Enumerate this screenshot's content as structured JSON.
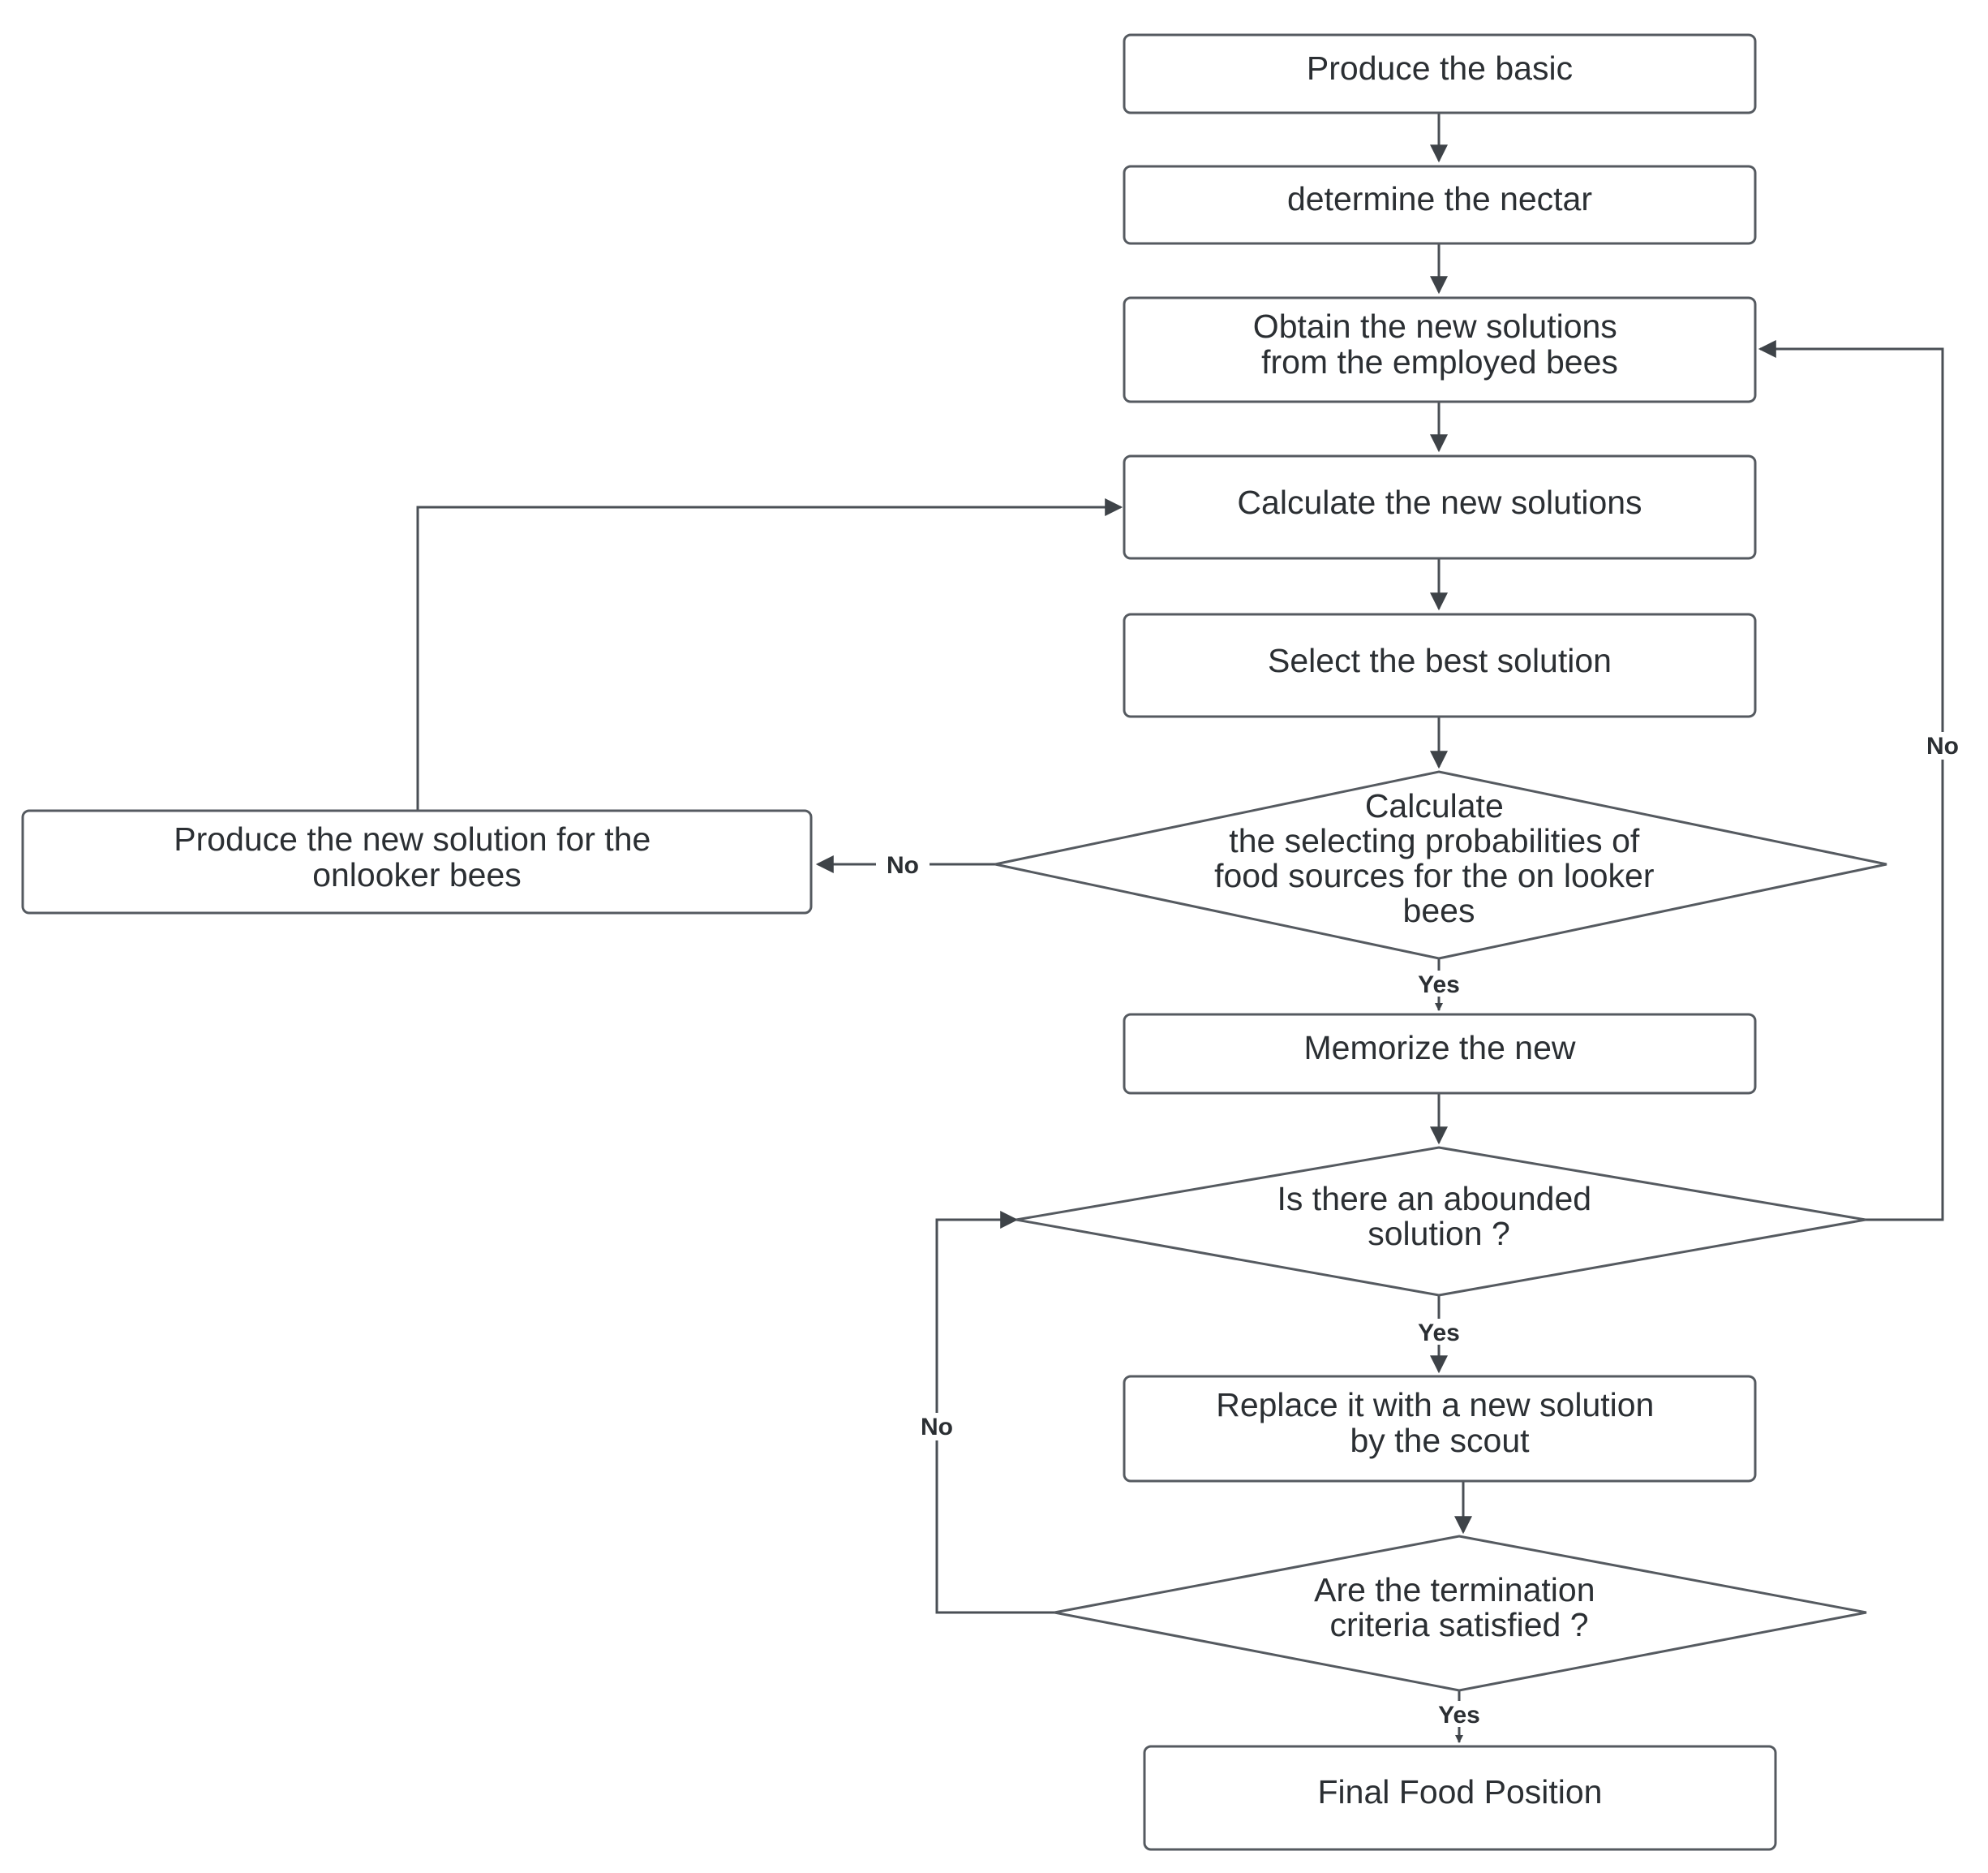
{
  "colors": {
    "stroke": "#555a60",
    "text": "#2b2f33",
    "background": "#ffffff"
  },
  "nodes": {
    "produce_basic": {
      "lines": [
        "Produce the basic"
      ]
    },
    "determine_nectar": {
      "lines": [
        "determine the nectar"
      ]
    },
    "obtain_solutions": {
      "lines": [
        "Obtain  the new solutions",
        "from the employed bees"
      ]
    },
    "calculate_solutions": {
      "lines": [
        "Calculate the new solutions"
      ]
    },
    "select_best": {
      "lines": [
        "Select the best solution"
      ]
    },
    "calc_probabilities": {
      "lines": [
        "Calculate",
        "the selecting probabilities of",
        "food sources for the on looker",
        "bees"
      ]
    },
    "produce_onlooker": {
      "lines": [
        "Produce the new solution for the",
        "onlooker bees"
      ]
    },
    "memorize": {
      "lines": [
        "Memorize the new"
      ]
    },
    "abandoned_check": {
      "lines": [
        "Is there an abounded",
        "solution ?"
      ]
    },
    "replace_scout": {
      "lines": [
        "Replace it with a new solution",
        "by the scout"
      ]
    },
    "termination_check": {
      "lines": [
        "Are the termination",
        "criteria satisfied ?"
      ]
    },
    "final_position": {
      "lines": [
        "Final Food Position"
      ]
    }
  },
  "edge_labels": {
    "prob_no": "No",
    "prob_yes": "Yes",
    "abandoned_no": "No",
    "abandoned_yes": "Yes",
    "termination_no": "No",
    "termination_yes": "Yes"
  }
}
